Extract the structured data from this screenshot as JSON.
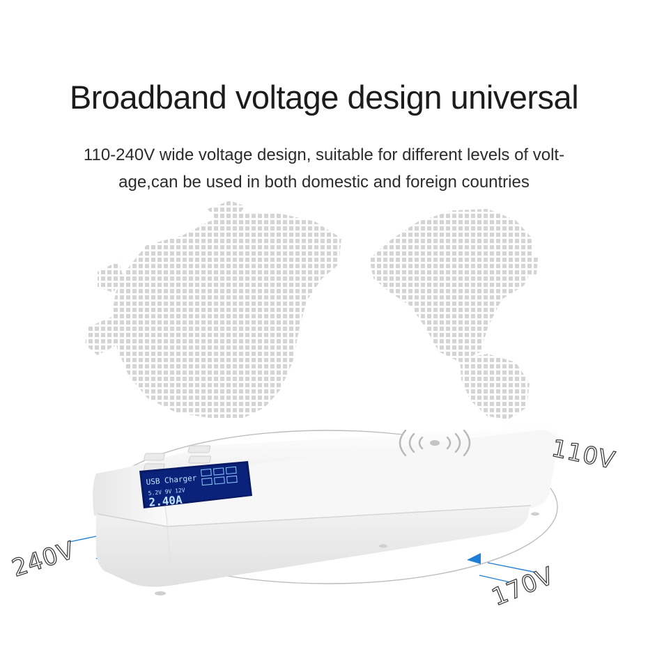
{
  "headline": "Broadband voltage design universal",
  "description": {
    "line1": "110-240V wide voltage design, suitable for different levels of volt-",
    "line2": "age,can be used in both domestic and foreign countries"
  },
  "voltages": {
    "left": "240V",
    "right_top": "110V",
    "right_bottom": "170V"
  },
  "display": {
    "title": "USB Charger",
    "voltages": "5.2V  9V  12V",
    "reading": "2.40A"
  },
  "colors": {
    "accent_blue": "#1f7fd6",
    "lcd_background": "#071a63",
    "map_dots": "#d6d6d6",
    "device_body": "#f4f4f4"
  },
  "icons": {
    "wireless": "wireless-charging-icon"
  }
}
